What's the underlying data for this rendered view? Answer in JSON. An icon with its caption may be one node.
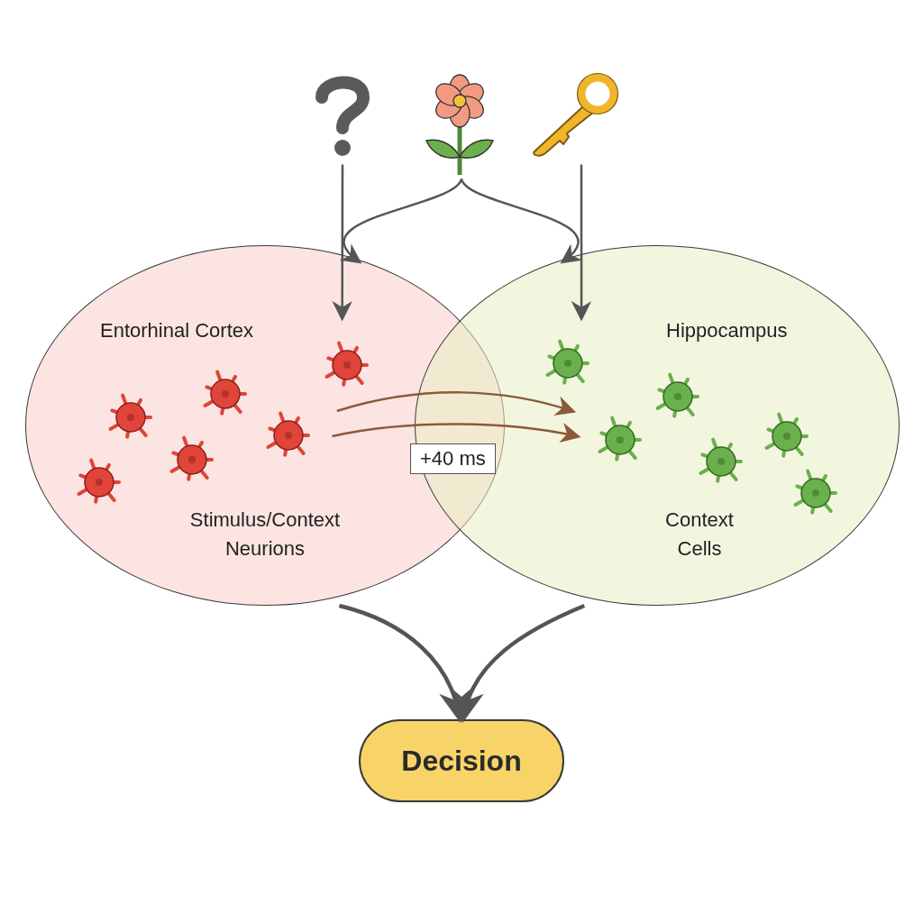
{
  "diagram": {
    "nodes": [
      {
        "text": [],
        "shape": "picture"
      },
      {
        "text": [],
        "shape": "picture"
      },
      {
        "text": [],
        "shape": "picture"
      },
      {
        "text": [
          "Entorhinal Cortex",
          "Stimulus/Context Neurions"
        ]
      },
      {
        "text": [
          "Hippocampus",
          "Context Cells"
        ]
      },
      {
        "text": [
          "Decision"
        ]
      }
    ],
    "edges": [
      {
        "from": 0,
        "to": 3,
        "arrow": "to"
      },
      {
        "from": 1,
        "to": 3,
        "arrow": "to"
      },
      {
        "from": 1,
        "to": 4,
        "arrow": "to"
      },
      {
        "from": 2,
        "to": 4,
        "arrow": "to"
      },
      {
        "from": 3,
        "to": 4,
        "arrow": "to",
        "color": "#8a5a3a"
      },
      {
        "from": 3,
        "to": 4,
        "arrow": "to",
        "label": "+40 ms",
        "color": "#8a5a3a"
      },
      {
        "from": 3,
        "to": 5,
        "arrow": "to",
        "style": "thick"
      },
      {
        "from": 4,
        "to": 5,
        "arrow": "to",
        "style": "thick"
      }
    ]
  }
}
